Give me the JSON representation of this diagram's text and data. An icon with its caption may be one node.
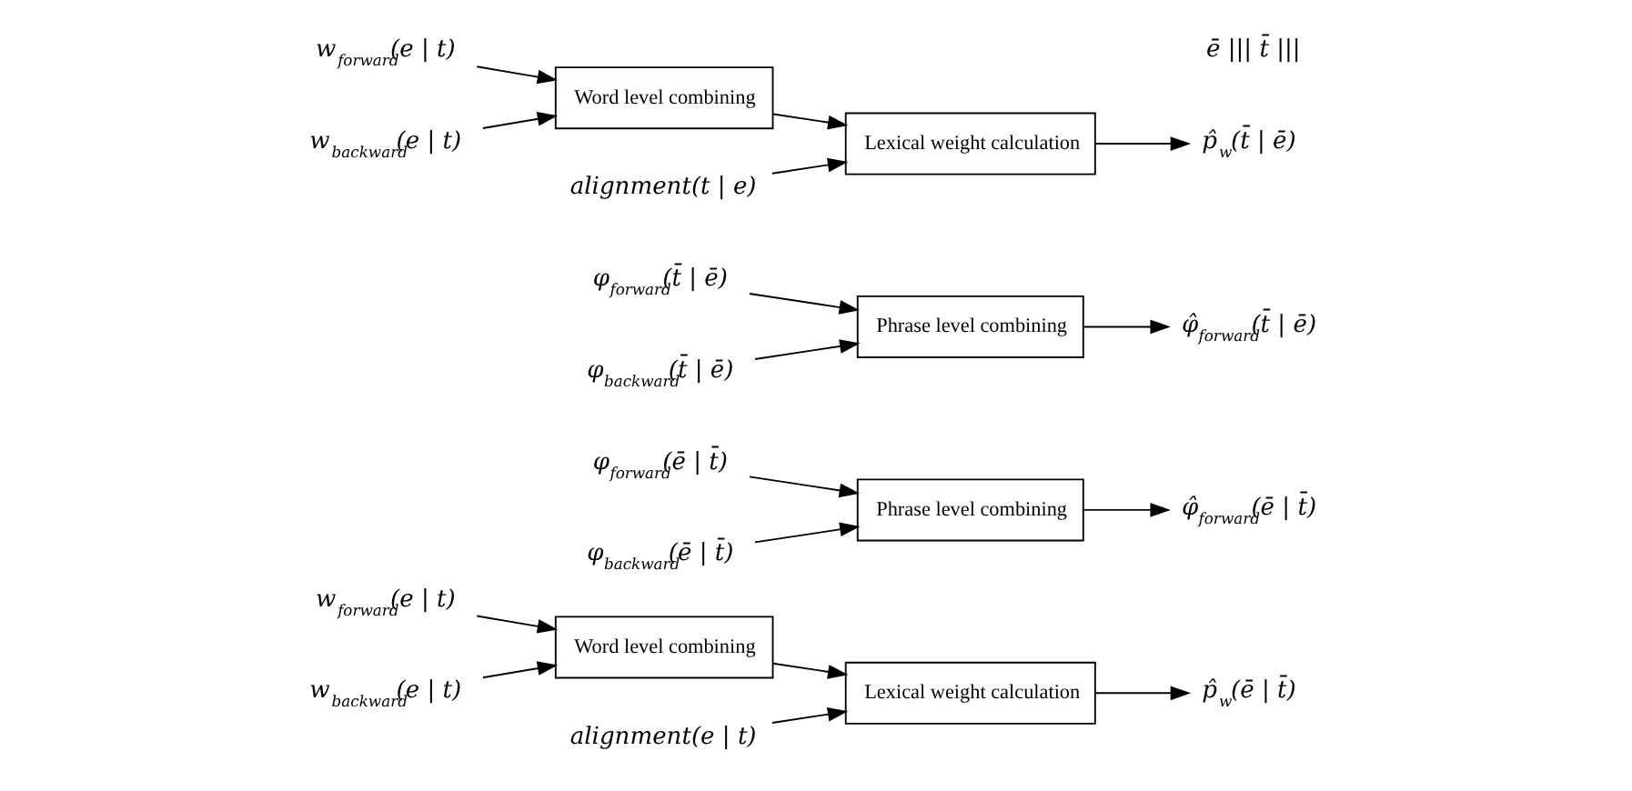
{
  "diagram": {
    "nodes": [
      {
        "text": [
          "w$_{forward}$(e | t)"
        ]
      },
      {
        "text": [
          "w$_{backward}$(e | t)"
        ]
      },
      {
        "text": [
          "Word level combining"
        ]
      },
      {
        "text": [
          "alignment(e | t)"
        ]
      },
      {
        "text": [
          "Lexical weight calculation"
        ]
      },
      {
        "text": [
          "φ$_{forward}$(ē | t̄)"
        ]
      },
      {
        "text": [
          "φ$_{backward}$(ē | t̄)"
        ]
      },
      {
        "text": [
          "Phrase level combining"
        ]
      },
      {
        "text": [
          "φ̂$_{forward}$(ē | t̄)"
        ]
      },
      {
        "text": [
          "p̂$_{w}$(ē | t̄)"
        ]
      },
      {
        "text": [
          "φ̂$_{forward}$(t̄ | ē)"
        ]
      },
      {
        "text": [
          "p̂$_{w}$(t̄ | ē)"
        ]
      },
      {
        "text": [
          "φ$_{forward}$(t̄ | ē)"
        ]
      },
      {
        "text": [
          "φ$_{backward}$(t̄ | ē)"
        ]
      },
      {
        "text": [
          "Phrase level combining"
        ]
      },
      {
        "text": [
          "w$_{forward}$(e | t)"
        ]
      },
      {
        "text": [
          "w$_{backward}$(e | t)"
        ]
      },
      {
        "text": [
          "Word level combining"
        ]
      },
      {
        "text": [
          "Lexical weight calculation"
        ]
      },
      {
        "text": [
          "alignment(t | e)"
        ]
      }
    ],
    "edges": [
      {
        "from": 0,
        "to": 2,
        "arrow": "to"
      },
      {
        "from": 1,
        "to": 2,
        "arrow": "to"
      },
      {
        "from": 2,
        "to": 4,
        "arrow": "to"
      },
      {
        "from": 3,
        "to": 4,
        "arrow": "to"
      },
      {
        "from": 5,
        "to": 7,
        "arrow": "to"
      },
      {
        "from": 6,
        "to": 7,
        "arrow": "to"
      },
      {
        "from": 7,
        "to": 8,
        "arrow": "to"
      },
      {
        "from": 4,
        "to": 9,
        "arrow": "to"
      },
      {
        "from": 12,
        "to": 14,
        "arrow": "to"
      },
      {
        "from": 13,
        "to": 14,
        "arrow": "to"
      },
      {
        "from": 14,
        "to": 10,
        "arrow": "to"
      },
      {
        "from": 15,
        "to": 17,
        "arrow": "to"
      },
      {
        "from": 16,
        "to": 17,
        "arrow": "to"
      },
      {
        "from": 17,
        "to": 18,
        "arrow": "to"
      },
      {
        "from": 19,
        "to": 18,
        "arrow": "to"
      },
      {
        "from": 18,
        "to": 11,
        "arrow": "to"
      }
    ],
    "labels": [
      "ē ||| t̄ |||"
    ]
  }
}
